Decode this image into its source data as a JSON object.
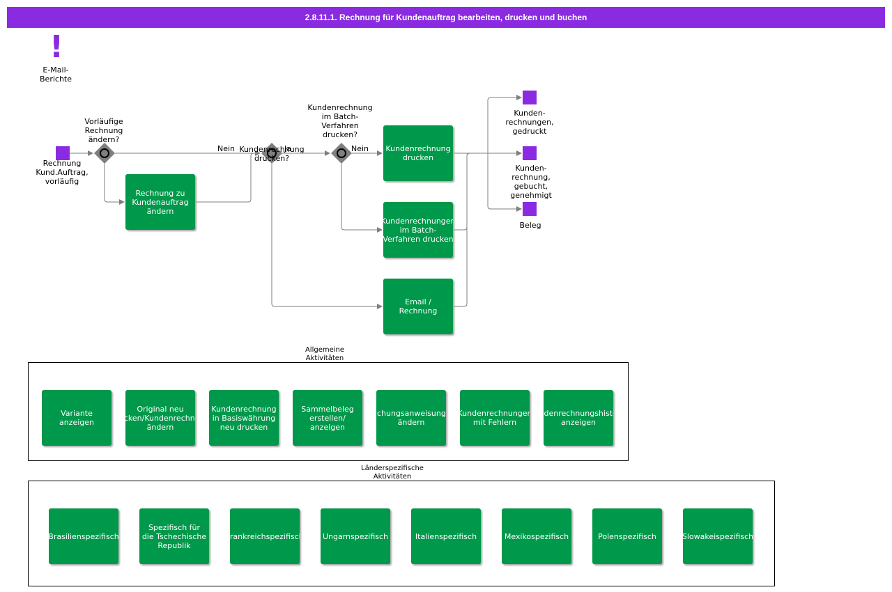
{
  "title": "2.8.11.1. Rechnung für Kundenauftrag bearbeiten, drucken und buchen",
  "colors": {
    "title_bar": "#8a2be2",
    "task": "#00984a",
    "event": "#8a2be2",
    "gateway": "#7f7f7f",
    "connector": "#7f7f7f"
  },
  "annotation": {
    "icon": "exclamation-icon",
    "label": "E-Mail-\nBerichte"
  },
  "events": {
    "start": "Rechnung\nKund.Auftrag,\nvorläufig",
    "end_printed": "Kunden-\nrechnungen,\ngedruckt",
    "end_posted": "Kunden-\nrechnung,\ngebucht,\ngenehmigt",
    "end_voucher": "Beleg"
  },
  "gateways": {
    "change": "Vorläufige\nRechnung\nändern?",
    "print": "Kundenrechnung\ndrucken?",
    "batch": "Kundenrechnung\nim Batch-\nVerfahren\ndrucken?"
  },
  "flow_labels": {
    "no1": "Nein",
    "yes": "Ja",
    "no2": "Nein"
  },
  "tasks": {
    "change_invoice": "Rechnung zu\nKundenauftrag\nändern",
    "print_invoice": "Kundenrechnung\ndrucken",
    "batch_print": "Kundenrechnungen\nim Batch-\nVerfahren drucken",
    "email": "Email /\nRechnung"
  },
  "general": {
    "title": "Allgemeine\nAktivitäten",
    "items": [
      "Variante\nanzeigen",
      "Original neu\ndrucken/Kundenrechnung\nändern",
      "Kundenrechnung\nin Basiswährung\nneu drucken",
      "Sammelbeleg\nerstellen/\nanzeigen",
      "Buchungsanweisungen\nändern",
      "Kundenrechnungen\nmit Fehlern",
      "Kundenrechnungshistorie\nanzeigen"
    ]
  },
  "country": {
    "title": "Länderspezifische\nAktivitäten",
    "items": [
      "Brasilienspezifisch",
      "Spezifisch für\ndie Tschechische\nRepublik",
      "Frankreichspezifisch",
      "Ungarnspezifisch",
      "Italienspezifisch",
      "Mexikospezifisch",
      "Polenspezifisch",
      "Slowakeispezifisch"
    ]
  }
}
